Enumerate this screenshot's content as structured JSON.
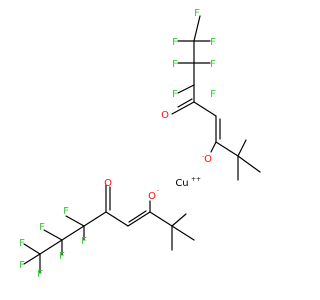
{
  "colors": {
    "bond": "#000000",
    "fluorine": "#33cc33",
    "oxygen": "#ff0d0d",
    "copper": "#000000"
  },
  "atoms": {
    "fluorine": "F",
    "oxygen": "O",
    "copper": "Cu",
    "copper_charge": "++",
    "oxide_charge": "-"
  }
}
